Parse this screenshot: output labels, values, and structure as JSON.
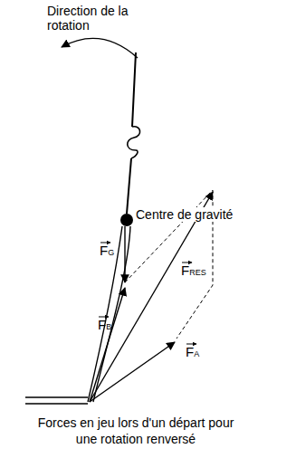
{
  "diagram": {
    "caption": "Forces en jeu lors d'un départ pour une rotation renversé",
    "labels": [
      "Direction de la rotation",
      "Centre de gravité",
      "FG",
      "FB",
      "FRES",
      "FA"
    ]
  }
}
